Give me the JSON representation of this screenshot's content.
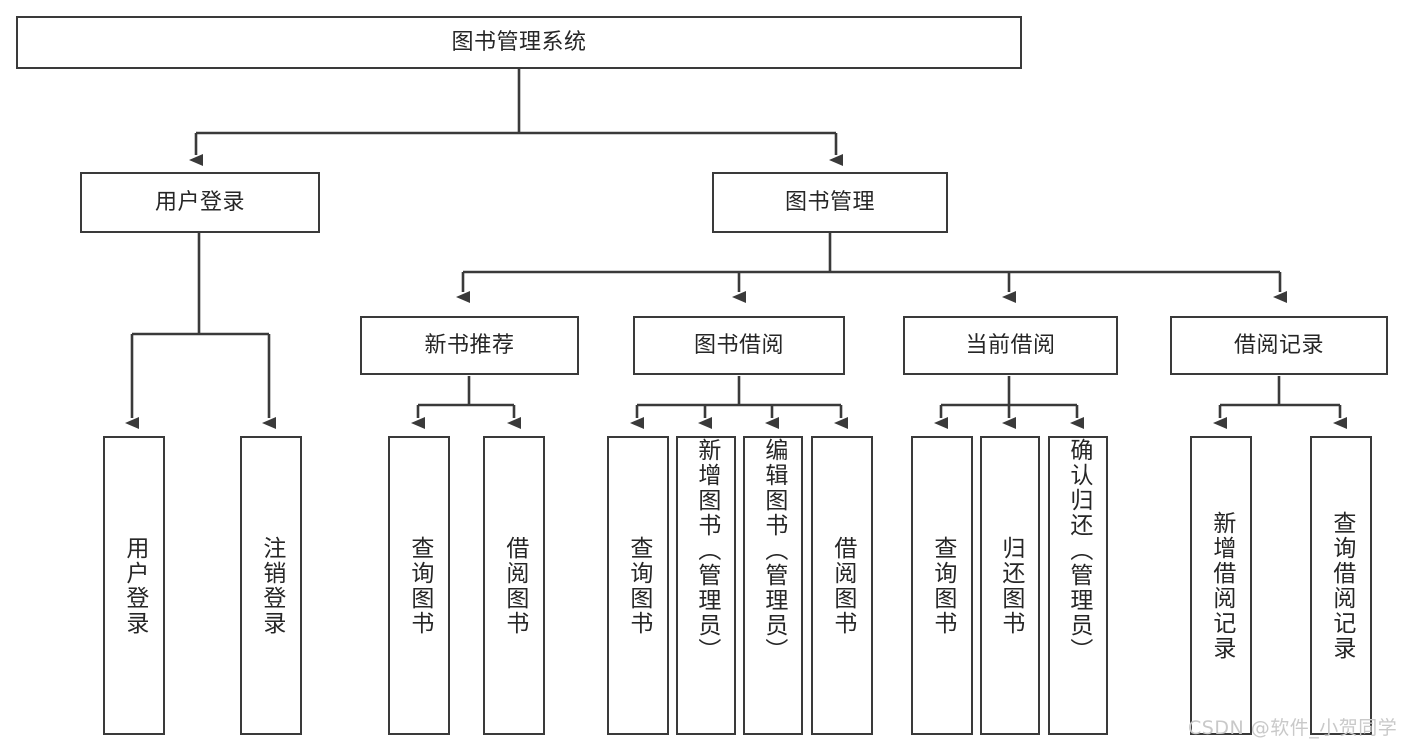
{
  "diagram": {
    "title": "图书管理系统",
    "root": {
      "id": "root",
      "label": "图书管理系统"
    },
    "level2": [
      {
        "id": "user-login",
        "label": "用户登录"
      },
      {
        "id": "book-manage",
        "label": "图书管理"
      }
    ],
    "level3": [
      {
        "id": "new-book-recommend",
        "label": "新书推荐"
      },
      {
        "id": "book-borrow",
        "label": "图书借阅"
      },
      {
        "id": "current-borrow",
        "label": "当前借阅"
      },
      {
        "id": "borrow-record",
        "label": "借阅记录"
      }
    ],
    "leaves": {
      "user-login": [
        {
          "id": "leaf-user-login",
          "label": "用户登录"
        },
        {
          "id": "leaf-logout",
          "label": "注销登录"
        }
      ],
      "new-book-recommend": [
        {
          "id": "leaf-query-book-1",
          "label": "查询图书"
        },
        {
          "id": "leaf-borrow-book-1",
          "label": "借阅图书"
        }
      ],
      "book-borrow": [
        {
          "id": "leaf-query-book-2",
          "label": "查询图书"
        },
        {
          "id": "leaf-add-book",
          "label": "新增图书（管理员）"
        },
        {
          "id": "leaf-edit-book",
          "label": "编辑图书（管理员）"
        },
        {
          "id": "leaf-borrow-book-2",
          "label": "借阅图书"
        }
      ],
      "current-borrow": [
        {
          "id": "leaf-query-book-3",
          "label": "查询图书"
        },
        {
          "id": "leaf-return-book",
          "label": "归还图书"
        },
        {
          "id": "leaf-confirm-return",
          "label": "确认归还（管理员）"
        }
      ],
      "borrow-record": [
        {
          "id": "leaf-add-record",
          "label": "新增借阅记录"
        },
        {
          "id": "leaf-query-record",
          "label": "查询借阅记录"
        }
      ]
    },
    "watermark": "CSDN @软件_小贺同学",
    "colors": {
      "stroke": "#3a3a3a",
      "text": "#262626",
      "background": "#ffffff",
      "watermark": "#c9c9c9"
    }
  }
}
